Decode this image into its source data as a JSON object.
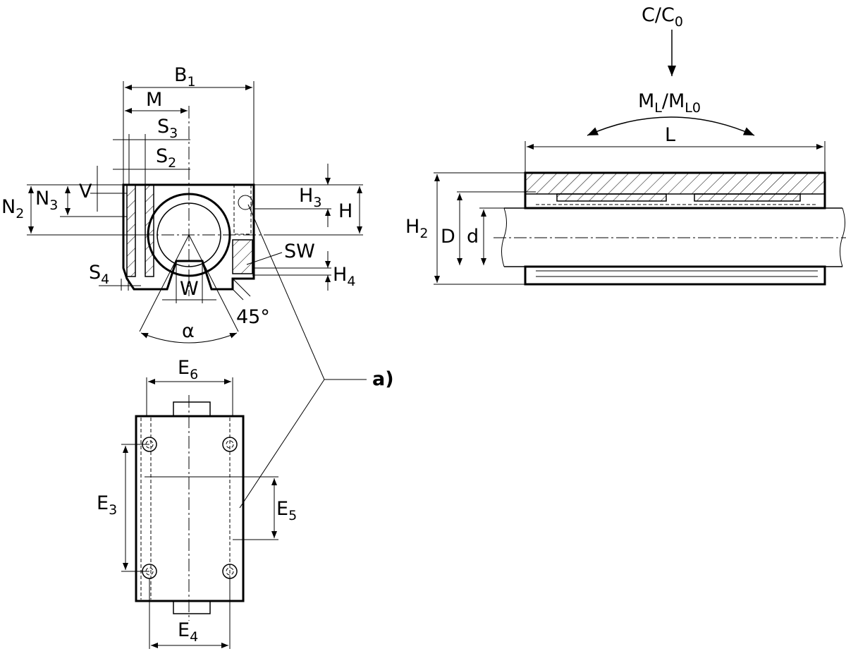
{
  "dimensions": {
    "B1": {
      "main": "B",
      "sub": "1"
    },
    "M": {
      "main": "M"
    },
    "S3": {
      "main": "S",
      "sub": "3"
    },
    "S2": {
      "main": "S",
      "sub": "2"
    },
    "V": {
      "main": "V"
    },
    "N2": {
      "main": "N",
      "sub": "2"
    },
    "N3": {
      "main": "N",
      "sub": "3"
    },
    "H3": {
      "main": "H",
      "sub": "3"
    },
    "H": {
      "main": "H"
    },
    "SW": {
      "main": "SW"
    },
    "H4": {
      "main": "H",
      "sub": "4"
    },
    "S4": {
      "main": "S",
      "sub": "4"
    },
    "W": {
      "main": "W"
    },
    "angle45": {
      "main": "45°"
    },
    "alpha": {
      "main": "α"
    },
    "E6": {
      "main": "E",
      "sub": "6"
    },
    "E3": {
      "main": "E",
      "sub": "3"
    },
    "E5": {
      "main": "E",
      "sub": "5"
    },
    "E4": {
      "main": "E",
      "sub": "4"
    },
    "load": {
      "main": "C/C",
      "sub": "0"
    },
    "moment": {
      "main1": "M",
      "sub1": "L",
      "mid": "/M",
      "sub2": "L0"
    },
    "L": {
      "main": "L"
    },
    "H2": {
      "main": "H",
      "sub": "2"
    },
    "D": {
      "main": "D"
    },
    "d": {
      "main": "d"
    }
  },
  "callout": {
    "label": "a)"
  }
}
